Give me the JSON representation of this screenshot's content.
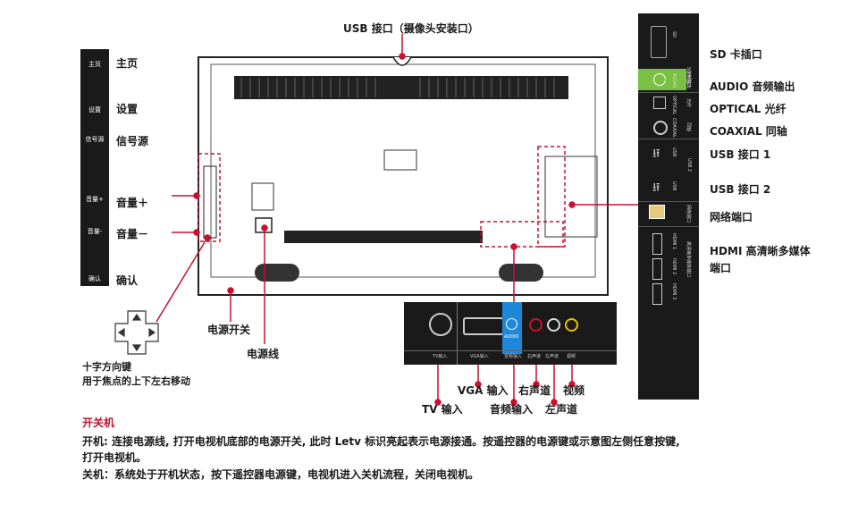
{
  "labels": {
    "usb_camera": "USB 接口（摄像头安装口）",
    "home": "主页",
    "settings": "设置",
    "source": "信号源",
    "vol_up": "音量＋",
    "vol_down": "音量－",
    "confirm": "确认",
    "dpad_line1": "十字方向键",
    "dpad_line2": "用于焦点的上下左右移动",
    "power_switch": "电源开关",
    "power_cord": "电源线",
    "sd": "SD 卡插口",
    "audio_out": "AUDIO 音频输出",
    "optical": "OPTICAL 光纤",
    "coaxial": "COAXIAL 同轴",
    "usb1": "USB 接口 1",
    "usb2": "USB 接口 2",
    "network": "网络端口",
    "hdmi_line1": "HDMI 高清晰多媒体",
    "hdmi_line2": "端口",
    "tv_in": "TV 输入",
    "vga_in": "VGA 输入",
    "audio_in": "音频输入",
    "right_ch": "右声道",
    "left_ch": "左声道",
    "video": "视频"
  },
  "side_buttons": {
    "home": "主页",
    "settings": "设置",
    "source": "信号源",
    "vol_up": "音量+",
    "vol_down": "音量-",
    "confirm": "确认"
  },
  "right_panel_labels": {
    "sd": "SD",
    "sd_slot": "SD卡插口",
    "audio": "AUDIO",
    "audio_cn": "音频输出",
    "optical": "OPTICAL",
    "optical_cn": "光纤",
    "coaxial": "COAXIAL",
    "coaxial_cn": "同轴",
    "usb": "USB",
    "usb2": "USB 2",
    "network": "网络端口",
    "hdmi1": "HDMI 1",
    "hdmi2": "HDMI 2",
    "hdmi3": "HDMI 3",
    "hdmi_cn": "高清晰多媒体端口"
  },
  "bottom_panel_labels": {
    "tv": "TV输入",
    "vga": "VGA输入",
    "audio": "音频输入",
    "right": "右声道",
    "left": "左声道",
    "video": "视频",
    "audio_tag": "AUDIO"
  },
  "instructions": {
    "title": "开关机",
    "on_line1": "开机: 连接电源线, 打开电视机底部的电源开关, 此时 Letv 标识亮起表示电源接通。按遥控器的电源键或示意图左侧任意按键,",
    "on_line2": "打开电视机。",
    "off": "关机：系统处于开机状态，按下遥控器电源键，电视机进入关机流程，关闭电视机。"
  },
  "colors": {
    "accent_red": "#c8102e",
    "green": "#7ac143",
    "blue": "#1e88d8",
    "panel": "#1a1a1a"
  }
}
